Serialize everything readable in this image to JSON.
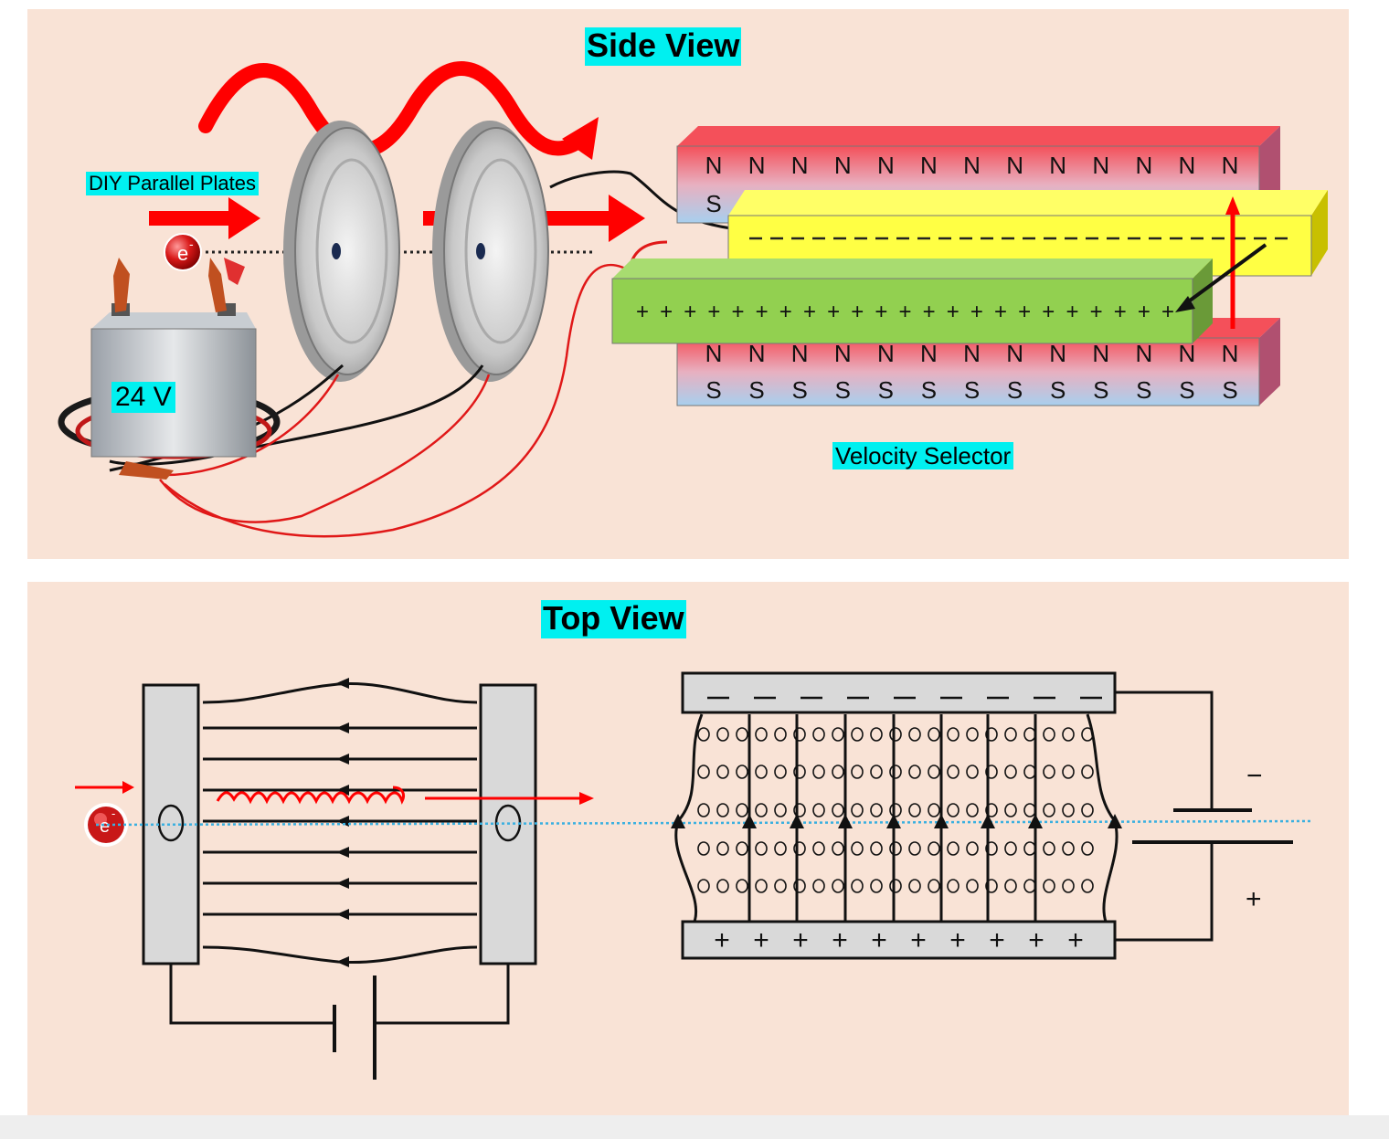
{
  "side_view": {
    "title": "Side View",
    "plates_label": "DIY Parallel Plates",
    "battery_label": "24 V",
    "selector_label": "Velocity Selector",
    "electron_symbol": "e",
    "electron_charge": "-",
    "north_pole": "N",
    "south_pole": "S",
    "positive_sign": "+",
    "negative_sign": "-",
    "magnet_count": 13,
    "plus_count": 23
  },
  "top_view": {
    "title": "Top View",
    "electron_symbol": "e",
    "electron_charge": "-",
    "plate_charge_negative": "−",
    "plate_charge_positive": "+",
    "battery_minus": "−",
    "battery_plus": "+",
    "field_dot": "o"
  },
  "colors": {
    "panel_bg": "#f9e3d6",
    "highlight": "#00f0f0",
    "arrow_red": "#ff0000",
    "magnet_north": "#f4505a",
    "magnet_south": "#a8cfee",
    "plate_negative": "#ffff44",
    "plate_positive": "#92d050"
  }
}
